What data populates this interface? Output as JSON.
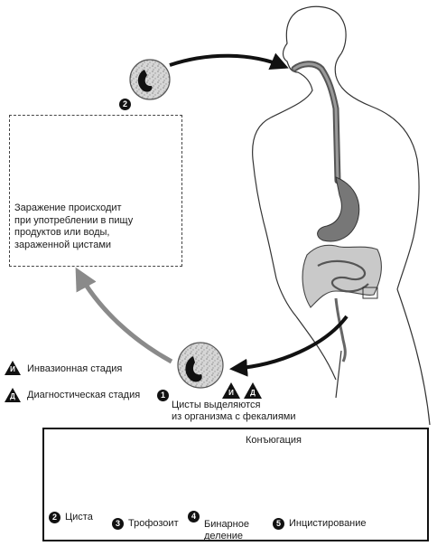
{
  "food_box": {
    "caption": "Заражение происходит\nпри употреблении в пищу\nпродуктов или воды,\nзараженной цистами"
  },
  "legend": {
    "invasive_symbol": "И",
    "invasive_label": "Инвазионная стадия",
    "diagnostic_symbol": "Д",
    "diagnostic_label": "Диагностическая стадия"
  },
  "step_top": {
    "number": "2"
  },
  "excretion": {
    "number": "1",
    "text": "Цисты выделяются\nиз организма с фекалиями",
    "badge_invasive": "И",
    "badge_diagnostic": "Д"
  },
  "cycle": {
    "conjugation_label": "Конъюгация",
    "stages": [
      {
        "number": "2",
        "label": "Циста"
      },
      {
        "number": "3",
        "label": "Трофозоит"
      },
      {
        "number": "4",
        "label": "Бинарное\nделение"
      },
      {
        "number": "5",
        "label": "Инцистирование"
      }
    ]
  }
}
